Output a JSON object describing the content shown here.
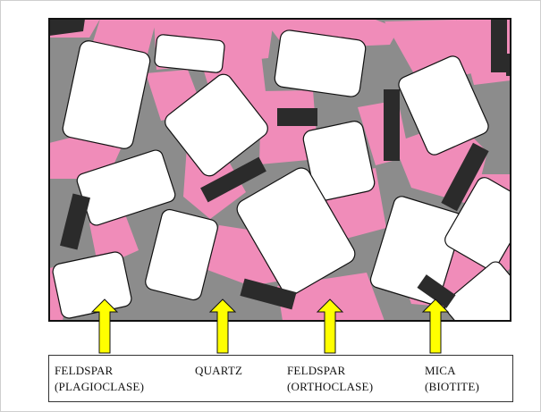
{
  "colors": {
    "matrix": "#8c8c8c",
    "orthoclase": "#f08cb9",
    "quartz": "#ffffff",
    "biotite": "#2b2b2b",
    "arrow": "#ffff00",
    "outline": "#111111"
  },
  "legend": [
    {
      "name": "feldspar-plagioclase",
      "lines": [
        "FELDSPAR",
        "(PLAGIOCLASE)"
      ]
    },
    {
      "name": "quartz",
      "lines": [
        "QUARTZ",
        ""
      ]
    },
    {
      "name": "feldspar-orthoclase",
      "lines": [
        "FELDSPAR",
        "(ORTHOCLASE)"
      ]
    },
    {
      "name": "mica-biotite",
      "lines": [
        "MICA",
        "(BIOTITE)"
      ]
    }
  ]
}
